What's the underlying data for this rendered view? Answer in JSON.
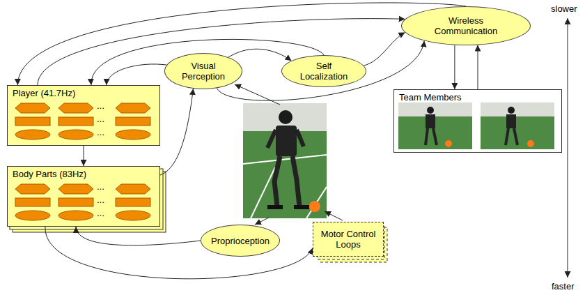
{
  "diagram": {
    "nodes": [
      {
        "text": [
          "Wireless Communication"
        ]
      },
      {
        "text": [
          "Visual Perception"
        ]
      },
      {
        "text": [
          "Self Localization"
        ]
      },
      {
        "text": [
          "Player (41.7Hz)"
        ]
      },
      {
        "text": [
          "Team Members"
        ]
      },
      {
        "text": [
          "Body Parts (83Hz)"
        ]
      },
      {
        "text": [
          "Proprioception"
        ]
      },
      {
        "text": [
          "Motor Control Loops"
        ]
      }
    ],
    "edges": [
      {
        "from": 0,
        "to": 3,
        "arrow": "to"
      },
      {
        "from": 3,
        "to": 0,
        "arrow": "to"
      },
      {
        "from": 1,
        "to": 3,
        "arrow": "to"
      },
      {
        "from": 2,
        "to": 3,
        "arrow": "to"
      },
      {
        "from": 1,
        "to": 2,
        "arrow": "to"
      },
      {
        "from": 1,
        "to": 0,
        "arrow": "to"
      },
      {
        "from": 2,
        "to": 0,
        "arrow": "to"
      },
      {
        "from": 0,
        "to": 4,
        "arrow": "to"
      },
      {
        "from": 4,
        "to": 0,
        "arrow": "to"
      },
      {
        "from": 3,
        "to": 5,
        "arrow": "to"
      },
      {
        "from": 5,
        "to": 1,
        "arrow": "to"
      },
      {
        "from": 6,
        "to": 5,
        "arrow": "to"
      },
      {
        "from": 5,
        "to": 7,
        "arrow": "to"
      }
    ],
    "labels": [
      "slower",
      "...",
      "...",
      "...",
      "...",
      "...",
      "...",
      "faster"
    ]
  }
}
